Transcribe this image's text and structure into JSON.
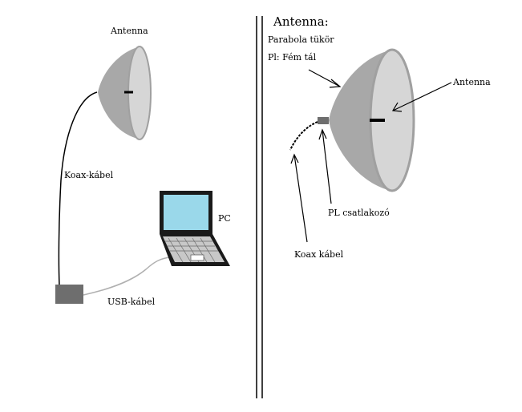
{
  "left_panel": {
    "antenna_label": "Antenna",
    "coax_label": "Koax-kábel",
    "pc_label": "PC",
    "usb_label": "USB-kábel"
  },
  "right_panel": {
    "title": "Antenna:",
    "dish_line1": "Parabola tükör",
    "dish_line2": "Pl: Fém tál",
    "antenna_label": "Antenna",
    "connector_label": "PL csatlakozó",
    "coax_label": "Koax kábel"
  },
  "colors": {
    "dish_outer": "#a8a8a8",
    "dish_face": "#d6d6d6",
    "screen": "#9ad8ea",
    "device": "#6e6e6e",
    "usb_cable": "#b0b0b0"
  }
}
